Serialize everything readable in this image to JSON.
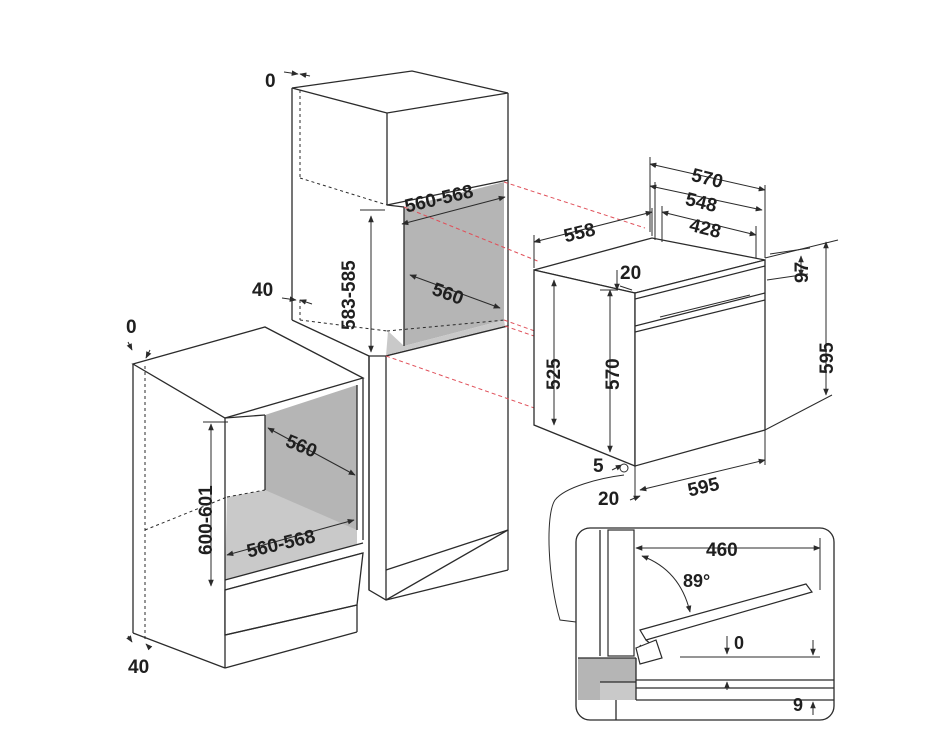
{
  "tall_cabinet": {
    "top_offset": "0",
    "niche_width": "560-568",
    "niche_height": "583-585",
    "niche_depth": "560",
    "side_offset": "40"
  },
  "base_cabinet": {
    "top_offset": "0",
    "niche_depth": "560",
    "niche_height": "600-601",
    "niche_width": "560-568",
    "bottom_offset": "40"
  },
  "oven": {
    "width_570": "570",
    "width_548": "548",
    "width_428": "428",
    "depth_558": "558",
    "front_20": "20",
    "panel_97": "97",
    "total_height": "595",
    "height_525": "525",
    "height_570": "570",
    "gap_5": "5",
    "bottom_20": "20",
    "front_width": "595"
  },
  "detail": {
    "door_open": "460",
    "angle": "89°",
    "gap_0": "0",
    "gap_9": "9"
  }
}
